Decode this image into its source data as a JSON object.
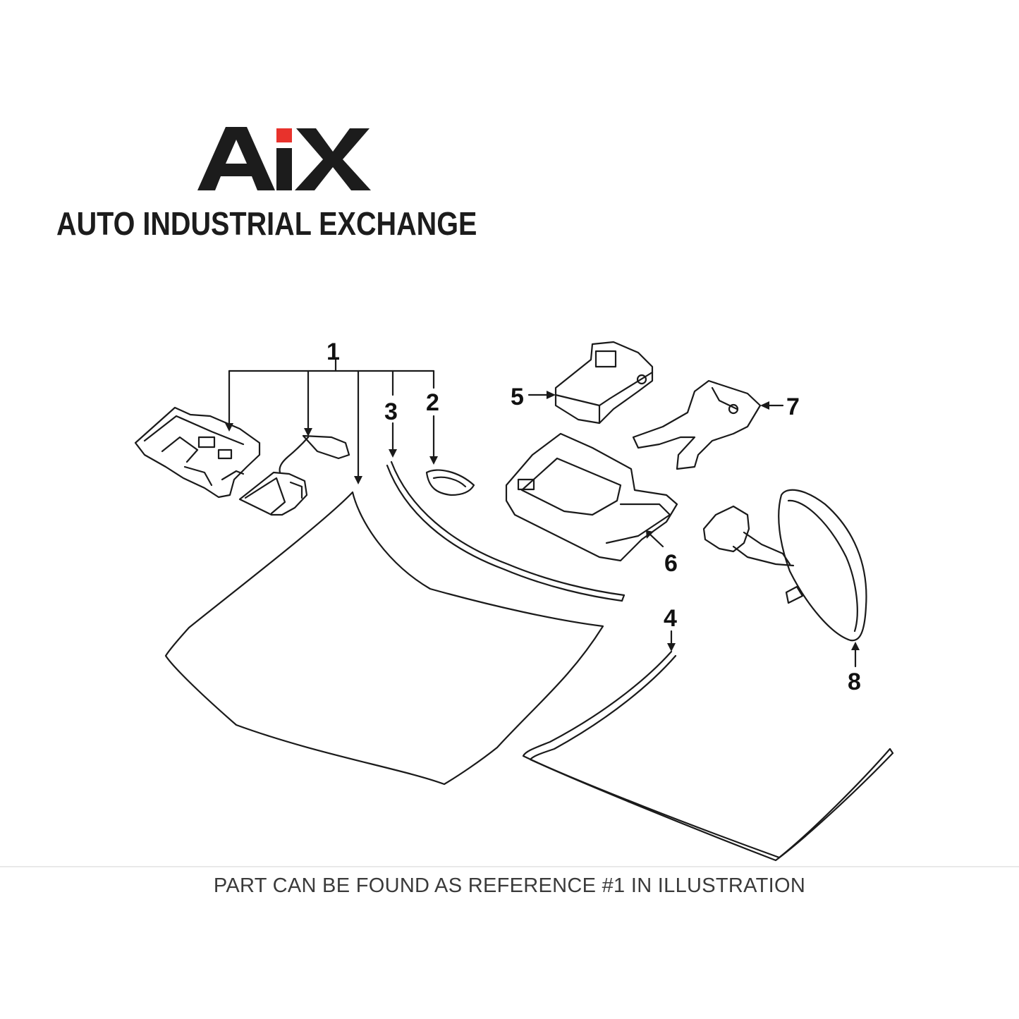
{
  "brand": {
    "logo_letters": "AiX",
    "name": "AUTO INDUSTRIAL EXCHANGE",
    "accent_color": "#e8322c",
    "text_color": "#1c1c1c"
  },
  "diagram": {
    "callouts": [
      "1",
      "2",
      "3",
      "4",
      "5",
      "6",
      "7",
      "8"
    ]
  },
  "footer": {
    "note": "PART CAN BE FOUND AS REFERENCE #1 IN ILLUSTRATION"
  }
}
